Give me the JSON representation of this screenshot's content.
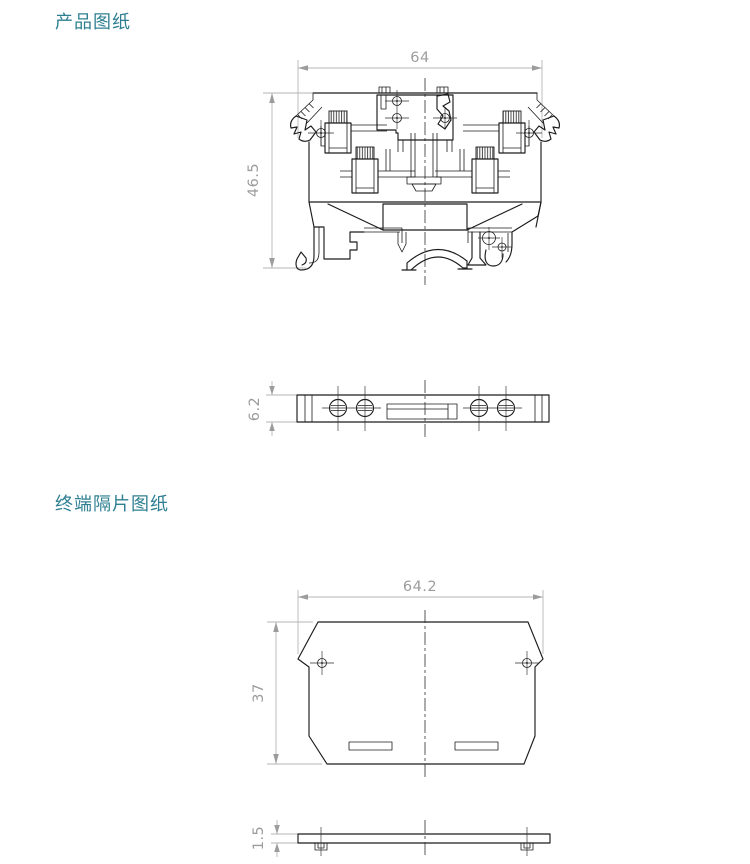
{
  "colors": {
    "background": "#ffffff",
    "heading": "#2e7f91",
    "drawing_line": "#1c1c1c",
    "dimension": "#9c9c9c"
  },
  "sections": {
    "product": {
      "heading": "产品图纸"
    },
    "separator": {
      "heading": "终端隔片图纸"
    }
  },
  "drawings": {
    "product_front": {
      "width": "64",
      "height": "46.5"
    },
    "product_bottom": {
      "height": "6.2"
    },
    "separator_front": {
      "width": "64.2",
      "height": "37"
    },
    "separator_side": {
      "thickness": "1.5"
    }
  }
}
